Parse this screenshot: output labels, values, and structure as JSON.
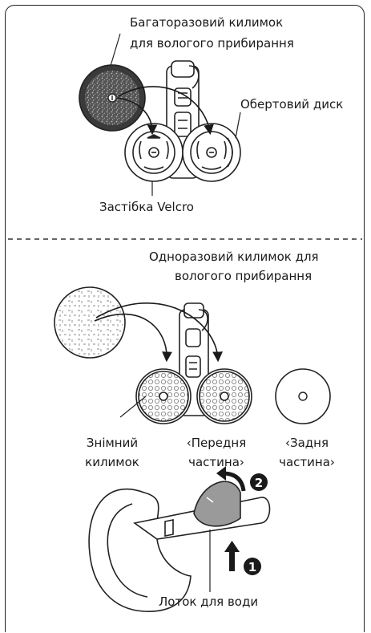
{
  "labels": {
    "reusable_pad": [
      "Багаторазовий килимок",
      "для вологого прибирання"
    ],
    "rotary_disk": "Обертовий диск",
    "velcro": "Застібка Velcro",
    "disposable_pad": [
      "Одноразовий килимок для",
      "вологого прибирання"
    ],
    "removable_pad": [
      "Знімний",
      "килимок"
    ],
    "front": [
      "‹Передня",
      "частина›"
    ],
    "rear": [
      "‹Задня",
      "частина›"
    ],
    "water_tank": "Лоток для води"
  },
  "markers": {
    "step_one": "1",
    "step_two": "2"
  }
}
